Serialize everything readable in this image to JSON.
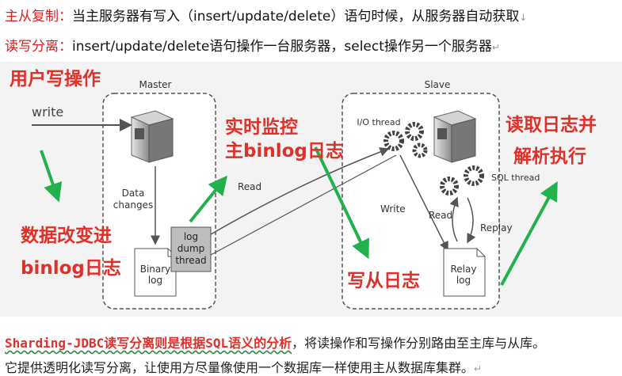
{
  "header": {
    "line1_label": "主从复制：",
    "line1_text": "当主服务器有写入（insert/update/delete）语句时候，从服务器自动获取",
    "line2_label": "读写分离：",
    "line2_text": "insert/update/delete语句操作一台服务器，select操作另一个服务器"
  },
  "diagram": {
    "master_title": "Master",
    "slave_title": "Slave",
    "write_label": "write",
    "data_changes": [
      "Data",
      "changes"
    ],
    "binary_log": [
      "Binary",
      "log"
    ],
    "log_dump_thread": [
      "log",
      "dump",
      "thread"
    ],
    "read_label": "Read",
    "io_thread": "I/O thread",
    "sql_thread": "SQL thread",
    "write_arrow_label": "Write",
    "read_arrow_label": "Read",
    "replay_label": "Replay",
    "relay_log": [
      "Relay",
      "log"
    ],
    "annotations": {
      "user_write": "用户写操作",
      "data_change_binlog": [
        "数据改变进",
        "binlog日志"
      ],
      "monitor_binlog": [
        "实时监控",
        "主binlog日志"
      ],
      "write_slave_log": "写从日志",
      "read_parse_exec": [
        "读取日志并",
        "解析执行"
      ]
    },
    "colors": {
      "annotation": "#e0302a",
      "arrow": "#22b14c",
      "border": "#555555"
    }
  },
  "footer": {
    "line1_red": "Sharding-JDBC读写分离则是根据SQL语义的分析",
    "line1_rest": "，将读操作和写操作分别路由至主库与从库。",
    "line2": "它提供透明化读写分离，让使用方尽量像使用一个数据库一样使用主从数据库集群。"
  }
}
